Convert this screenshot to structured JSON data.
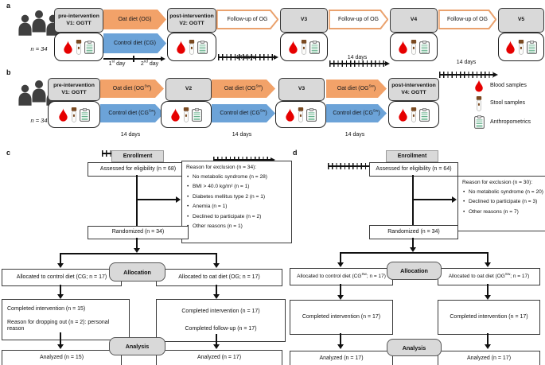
{
  "figure": {
    "panel_a": {
      "label": "a",
      "n_label": "n = 34",
      "visit1": {
        "title": "pre-intervention",
        "subtitle": "V1: OGTT"
      },
      "visit2": {
        "title": "post-intervention",
        "subtitle": "V2: OGTT"
      },
      "visit3": "V3",
      "visit4": "V4",
      "visit5": "V5",
      "oat_arrow": "Oat diet (OG)",
      "control_arrow": "Control diet (CG)",
      "followup_arrow": "Follow-up of OG",
      "day1": {
        "pre": "1",
        "sup": "st",
        "post": " day"
      },
      "day2": {
        "pre": "2",
        "sup": "nd",
        "post": " day"
      },
      "interval": "14 days"
    },
    "panel_b": {
      "label": "b",
      "n_label": "n = 34",
      "visit1": {
        "title": "pre-intervention",
        "subtitle": "V1: OGTT"
      },
      "visit2": "V2",
      "visit3": "V3",
      "visit4": {
        "title": "post-intervention",
        "subtitle": "V4: OGTT"
      },
      "oat_arrow": {
        "pre": "Oat diet (OG",
        "sup": "Sw",
        "post": ")"
      },
      "control_arrow": {
        "pre": "Control diet (CG",
        "sup": "Sw",
        "post": ")"
      },
      "interval": "14 days"
    },
    "legend": {
      "items": [
        {
          "icon": "blood-icon",
          "label": "Blood samples"
        },
        {
          "icon": "stool-icon",
          "label": "Stool samples"
        },
        {
          "icon": "anthropometrics-icon",
          "label": "Anthropometrics"
        }
      ]
    },
    "panel_c": {
      "label": "c",
      "enrollment": "Enrollment",
      "assessed": "Assessed for eligibility (n = 68)",
      "exclusion_title": "Reason for exclusion (n = 34):",
      "exclusion_items": [
        "No metabolic syndrome (n = 28)",
        "BMI > 40.0 kg/m² (n = 1)",
        "Diabetes mellitus type 2 (n = 1)",
        "Anemia (n = 1)",
        "Declined to participate (n = 2)",
        "Other reasons (n = 1)"
      ],
      "randomized": "Randomized (n = 34)",
      "allocation": "Allocation",
      "allocated_control": "Allocated to control diet (CG; n = 17)",
      "allocated_oat": "Allocated to oat diet (OG; n = 17)",
      "control_outcome_line1": "Completed intervention (n = 15)",
      "control_outcome_line2": "Reason for dropping out (n = 2): personal reason",
      "oat_outcome_line1": "Completed intervention (n = 17)",
      "oat_outcome_line2": "Completed follow-up (n = 17)",
      "analysis": "Analysis",
      "analyzed_control": "Analyzed (n = 15)",
      "analyzed_oat": "Analyzed (n = 17)"
    },
    "panel_d": {
      "label": "d",
      "enrollment": "Enrollment",
      "assessed": "Assessed for eligibility (n = 64)",
      "exclusion_title": "Reason for exclusion (n = 30):",
      "exclusion_items": [
        "No metabolic syndrome (n = 20)",
        "Declined to participate (n = 3)",
        "Other reasons (n = 7)"
      ],
      "randomized": "Randomized (n = 34)",
      "allocation": "Allocation",
      "allocated_control": {
        "pre": "Allocated to control diet (CG",
        "sup": "Sw",
        "post": "; n = 17)"
      },
      "allocated_oat": {
        "pre": "Allocated to oat diet (OG",
        "sup": "Sw",
        "post": "; n = 17)"
      },
      "control_outcome": "Completed intervention (n = 17)",
      "oat_outcome": "Completed intervention (n = 17)",
      "analysis": "Analysis",
      "analyzed_control": "Analyzed (n = 17)",
      "analyzed_oat": "Analyzed (n = 17)"
    },
    "colors": {
      "oat_orange": "#F2A269",
      "control_blue": "#6CA3D8",
      "followup_border": "#EAA26E",
      "box_grey": "#D9D9D9",
      "blood_red": "#E60000"
    }
  }
}
